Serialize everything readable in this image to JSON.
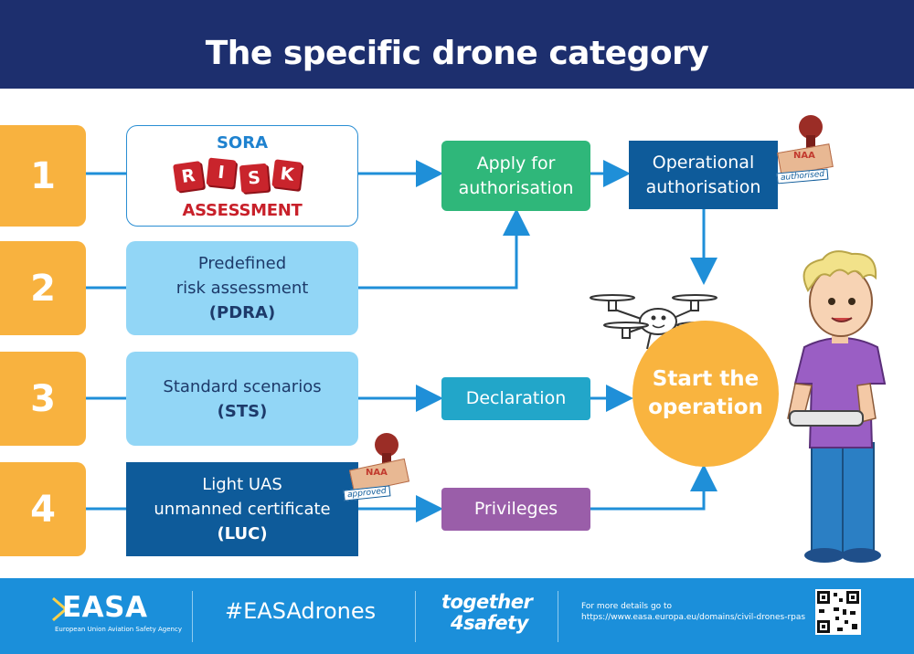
{
  "header": {
    "title": "The specific drone category"
  },
  "rows": [
    {
      "number": "1"
    },
    {
      "number": "2"
    },
    {
      "number": "3"
    },
    {
      "number": "4"
    }
  ],
  "sora": {
    "top_text": "SORA",
    "cube_letters": [
      "R",
      "I",
      "S",
      "K"
    ],
    "bottom_text": "ASSESSMENT"
  },
  "pdra": {
    "line1": "Predefined",
    "line2": "risk assessment",
    "line3": "(PDRA)"
  },
  "sts": {
    "line1": "Standard scenarios",
    "line2": "(STS)"
  },
  "luc": {
    "line1": "Light UAS",
    "line2": "unmanned certificate",
    "line3": "(LUC)"
  },
  "apply": {
    "line1": "Apply for",
    "line2": "authorisation"
  },
  "op_auth": {
    "line1": "Operational",
    "line2": "authorisation"
  },
  "declaration": {
    "label": "Declaration"
  },
  "privileges": {
    "label": "Privileges"
  },
  "start": {
    "line1": "Start the",
    "line2": "operation"
  },
  "stamps": {
    "authorised": {
      "naa": "NAA",
      "label": "authorised"
    },
    "approved": {
      "naa": "NAA",
      "label": "approved"
    }
  },
  "footer": {
    "logo_text": "EASA",
    "logo_sub": "European Union Aviation Safety Agency",
    "hashtag": "#EASAdrones",
    "together": "together",
    "safety": "4safety",
    "details_line1": "For more details go to",
    "details_line2": "https://www.easa.europa.eu/domains/civil-drones-rpas"
  },
  "colors": {
    "navy": "#1d2f6e",
    "orange": "#f8b23f",
    "arrow_blue": "#1f8fd8",
    "light_blue": "#92d6f6",
    "dark_blue": "#0e5b9a",
    "green": "#2fb77a",
    "teal": "#22a6c9",
    "purple": "#9a5ea9",
    "footer_blue": "#1b8fda"
  }
}
